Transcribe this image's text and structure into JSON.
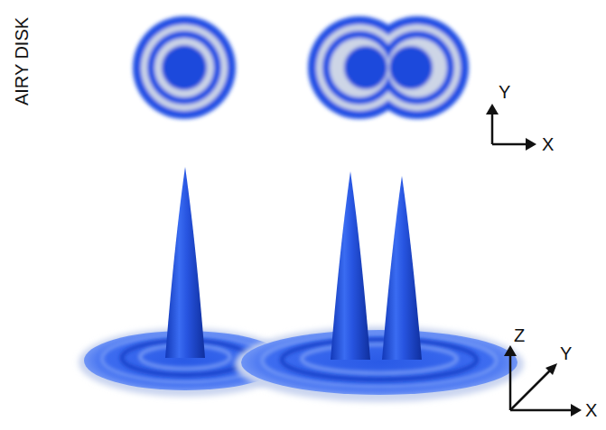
{
  "diagram": {
    "labels": [
      "AIRY DISK",
      "Y",
      "X",
      "Z",
      "Y",
      "X"
    ]
  }
}
